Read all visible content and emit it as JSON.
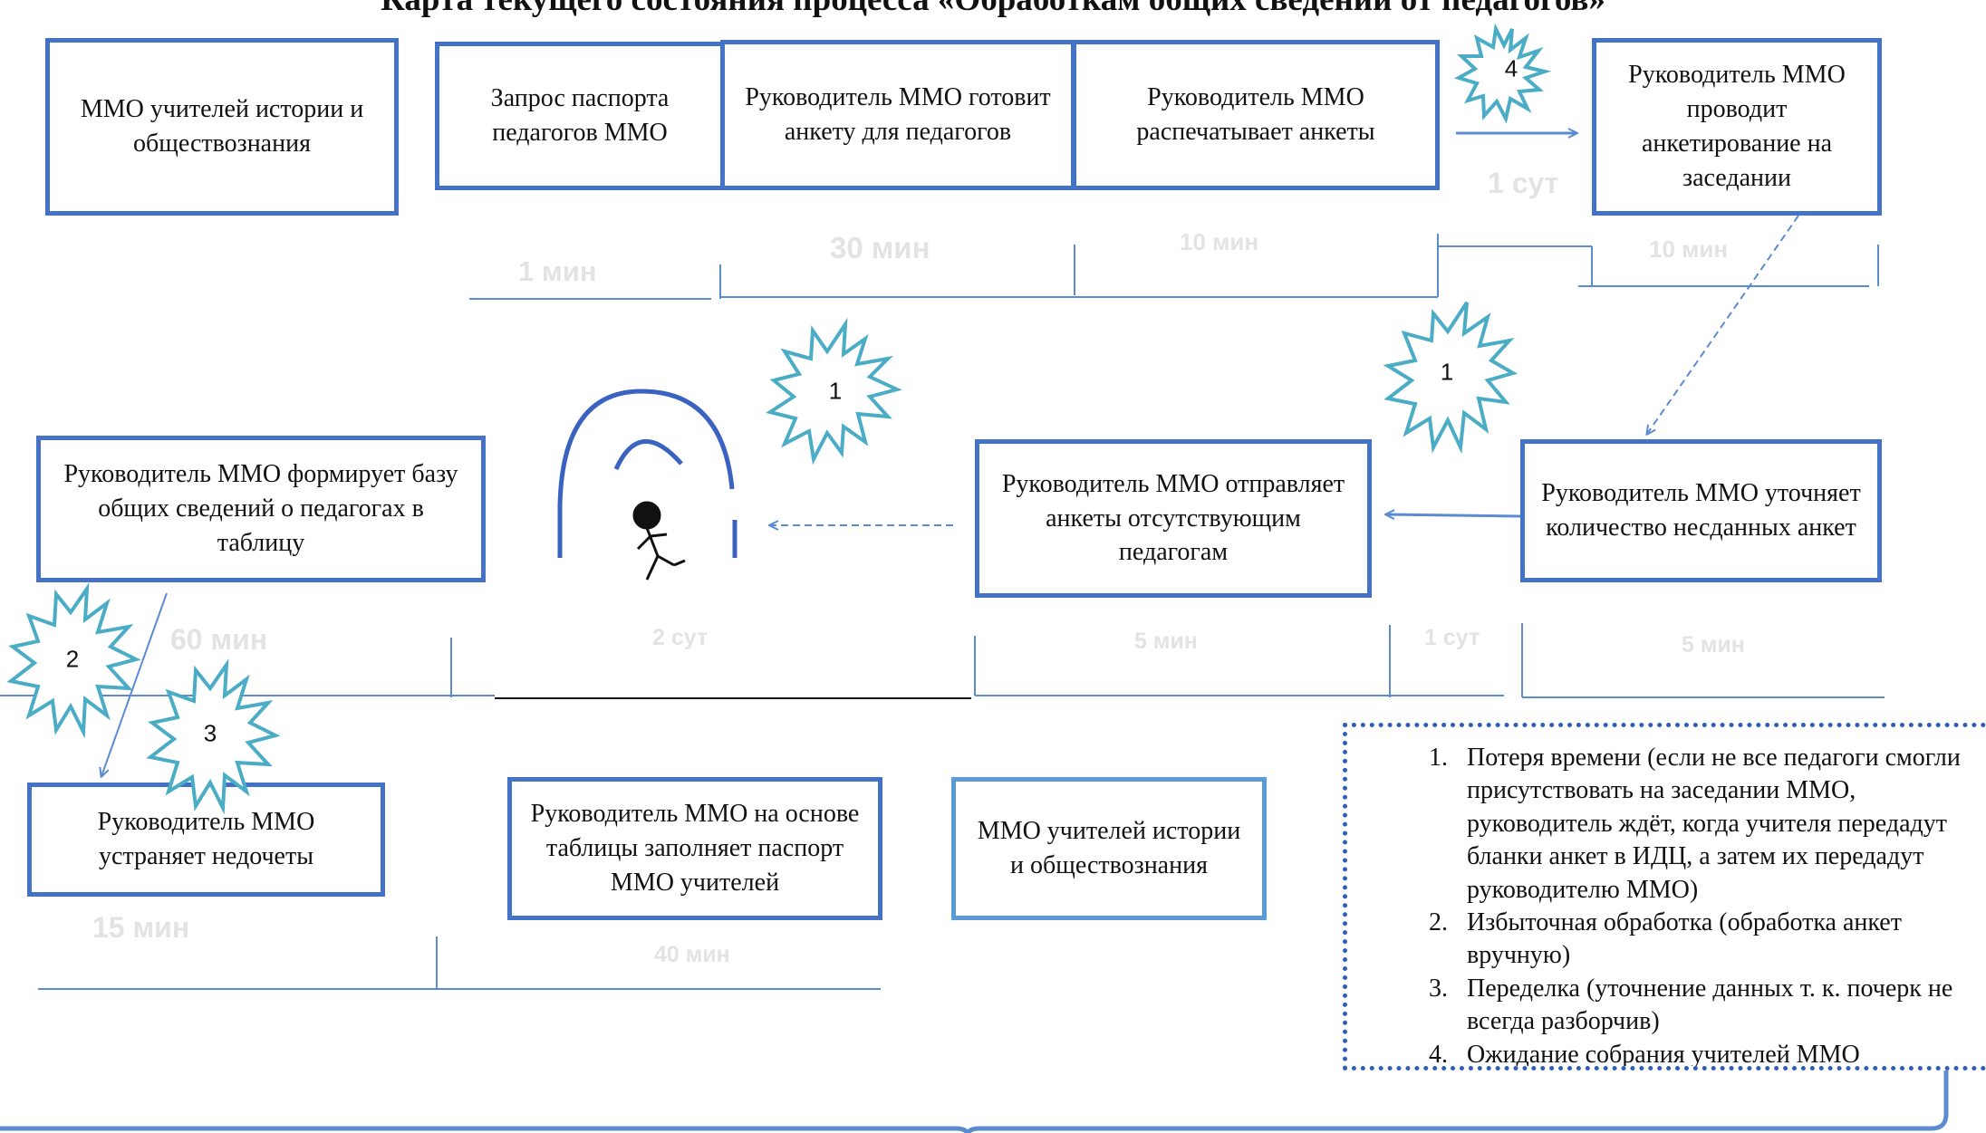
{
  "title": "Карта текущего состояния процесса «Обработкам общих сведений от педагогов»",
  "boxes": {
    "mmo_top": "ММО учителей истории  и обществознания",
    "request": "Запрос  паспорта педагогов ММО",
    "prepare": "Руководитель ММО готовит анкету для педагогов",
    "print": "Руководитель ММО распечатывает анкеты",
    "survey": "Руководитель ММО проводит анкетирование на заседании",
    "clarify": "Руководитель ММО уточняет количество несданных анкет",
    "send": "Руководитель ММО отправляет анкеты отсутствующим педагогам",
    "base": "Руководитель ММО формирует базу общих сведений о педагогах в таблицу",
    "fix": "Руководитель ММО устраняет недочеты",
    "passport": "Руководитель ММО на основе таблицы заполняет паспорт ММО учителей",
    "mmo_bottom": "ММО учителей истории и обществознания"
  },
  "durations": {
    "d_request": "1  мин",
    "d_prepare": "30 мин",
    "d_print": "10 мин",
    "d_wait1": "1 сут",
    "d_survey": "10 мин",
    "d_base": "60 мин",
    "d_wait2": "2 сут",
    "d_send": "5 мин",
    "d_wait3": "1 сут",
    "d_clarify": "5 мин",
    "d_fix": "15 мин",
    "d_passport": "40 мин"
  },
  "bursts": [
    "1",
    "1",
    "2",
    "3",
    "4"
  ],
  "legend": [
    "Потеря времени (если не все педагоги смогли присутствовать на заседании ММО, руководитель ждёт, когда учителя передадут бланки анкет в ИДЦ, а затем их передадут руководителю ММО)",
    "Избыточная обработка (обработка анкет вручную)",
    "Переделка (уточнение данных т. к. почерк не всегда разборчив)",
    "Ожидание  собрания учителей ММО"
  ],
  "colors": {
    "box_border": "#4472c4",
    "burst": "#4bacc6",
    "arrow": "#5b8bd0"
  }
}
